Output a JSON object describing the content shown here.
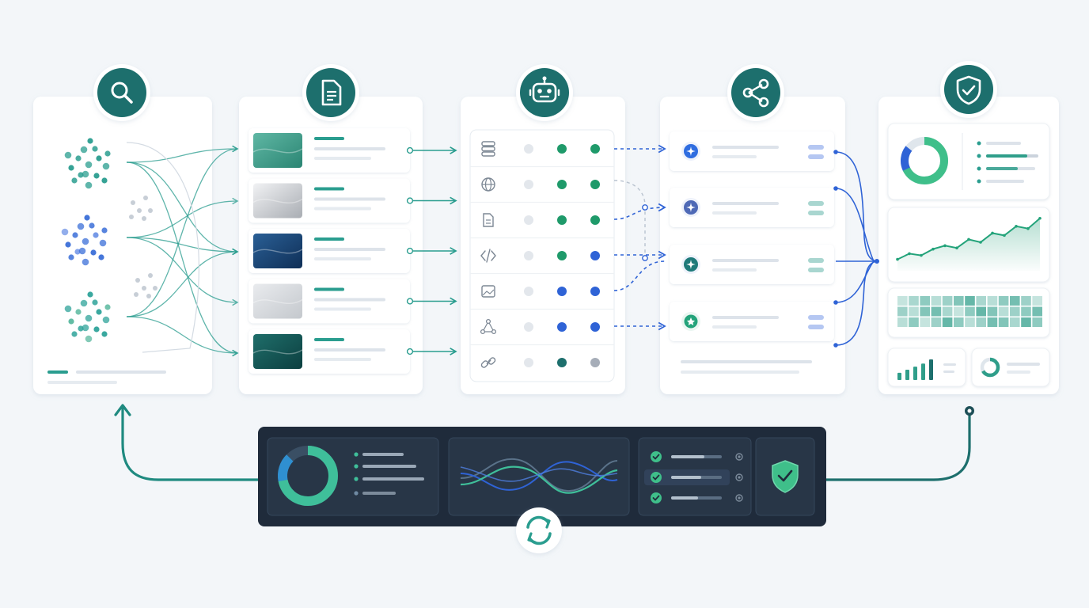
{
  "stages": [
    {
      "name": "search",
      "icon": "search-icon"
    },
    {
      "name": "documents",
      "icon": "document-icon"
    },
    {
      "name": "agent",
      "icon": "robot-icon"
    },
    {
      "name": "orchestration",
      "icon": "share-icon"
    },
    {
      "name": "monitoring",
      "icon": "shield-check-icon"
    }
  ],
  "clusters": [
    {
      "name": "teal",
      "color": "#2a9d8f"
    },
    {
      "name": "blue",
      "color": "#3b6fd8"
    },
    {
      "name": "mixed",
      "color": "#2fa39a"
    }
  ],
  "documents": [
    {
      "thumbnail": "teal-wave"
    },
    {
      "thumbnail": "gray-fold"
    },
    {
      "thumbnail": "navy-wave"
    },
    {
      "thumbnail": "silver-fabric"
    },
    {
      "thumbnail": "dark-teal-stripes"
    }
  ],
  "tools": [
    {
      "icon": "database-icon",
      "status": [
        "idle",
        "active",
        "active"
      ]
    },
    {
      "icon": "globe-icon",
      "status": [
        "idle",
        "active",
        "active"
      ]
    },
    {
      "icon": "file-icon",
      "status": [
        "idle",
        "active",
        "active"
      ]
    },
    {
      "icon": "code-icon",
      "status": [
        "idle",
        "active",
        "blue"
      ]
    },
    {
      "icon": "image-icon",
      "status": [
        "idle",
        "blue",
        "blue"
      ]
    },
    {
      "icon": "network-icon",
      "status": [
        "idle",
        "blue",
        "blue"
      ]
    },
    {
      "icon": "link-icon",
      "status": [
        "idle",
        "dark",
        "muted"
      ]
    }
  ],
  "agents": [
    {
      "icon": "sparkle-icon",
      "color": "#2f6de0"
    },
    {
      "icon": "sparkle-icon",
      "color": "#4e69b6"
    },
    {
      "icon": "sparkle-icon",
      "color": "#1f7a7a"
    },
    {
      "icon": "star-badge-icon",
      "color": "#23a37a"
    }
  ],
  "dashboard": {
    "donut_share": 0.68,
    "trend": [
      0.2,
      0.3,
      0.27,
      0.38,
      0.44,
      0.4,
      0.55,
      0.5,
      0.66,
      0.62,
      0.78,
      0.74,
      0.92
    ],
    "heatmap_levels": [
      [
        0.2,
        0.4,
        0.6,
        0.3,
        0.5,
        0.7,
        0.9,
        0.4,
        0.3,
        0.6,
        0.8,
        0.5,
        0.2
      ],
      [
        0.5,
        0.3,
        0.7,
        0.8,
        0.4,
        0.2,
        0.6,
        0.9,
        0.7,
        0.3,
        0.5,
        0.6,
        0.8
      ],
      [
        0.3,
        0.6,
        0.2,
        0.5,
        0.9,
        0.6,
        0.3,
        0.5,
        0.8,
        0.7,
        0.4,
        0.9,
        0.6
      ]
    ],
    "bar_levels": [
      0.35,
      0.5,
      0.65,
      0.8,
      1.0
    ]
  },
  "control_panel": {
    "donut_share": 0.72,
    "checklist": [
      true,
      true,
      true
    ],
    "sync_icon": "sync-icon",
    "shield_icon": "shield-check-icon"
  },
  "colors": {
    "teal": "#1d6f6d",
    "teal_light": "#2f9e8a",
    "blue": "#2f63d6",
    "panel_dark": "#1f2b3b",
    "card": "#ffffff",
    "line": "#d9dfe6"
  }
}
